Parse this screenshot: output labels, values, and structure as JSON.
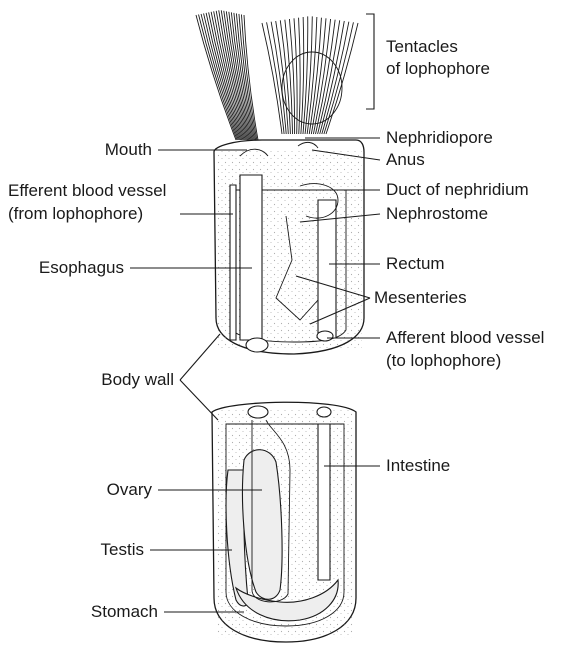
{
  "labels": {
    "tentacles_line1": "Tentacles",
    "tentacles_line2": "of lophophore",
    "nephridiopore": "Nephridiopore",
    "mouth": "Mouth",
    "anus": "Anus",
    "efferent_line1": "Efferent blood vessel",
    "efferent_line2": "(from lophophore)",
    "duct_of_nephridium": "Duct of nephridium",
    "nephrostome": "Nephrostome",
    "esophagus": "Esophagus",
    "rectum": "Rectum",
    "mesenteries": "Mesenteries",
    "afferent_line1": "Afferent blood vessel",
    "afferent_line2": "(to lophophore)",
    "body_wall": "Body wall",
    "intestine": "Intestine",
    "ovary": "Ovary",
    "testis": "Testis",
    "stomach": "Stomach"
  },
  "colors": {
    "ink": "#1a1a1a",
    "stipple": "#6b6b6b",
    "background": "#ffffff"
  }
}
